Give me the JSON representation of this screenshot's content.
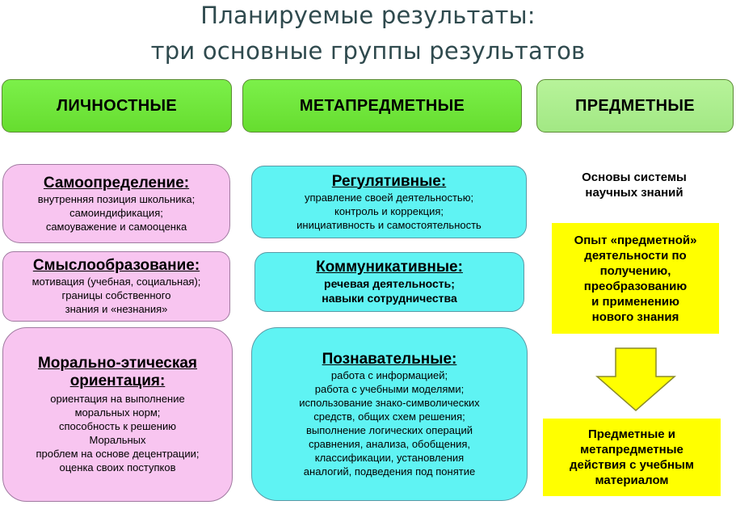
{
  "title": {
    "line1": "Планируемые результаты:",
    "line2": "три основные группы результатов"
  },
  "headers": {
    "personal": "ЛИЧНОСТНЫЕ",
    "meta": "МЕТАПРЕДМЕТНЫЕ",
    "subject": "ПРЕДМЕТНЫЕ"
  },
  "personal": {
    "self": {
      "heading": "Самоопределение:",
      "lines": [
        "внутренняя позиция школьника;",
        "самоиндификация;",
        "самоуважение и самооценка"
      ]
    },
    "sense": {
      "heading": "Смыслообразование:",
      "lines": [
        "мотивация (учебная, социальная);",
        "границы собственного",
        "знания и «незнания»"
      ]
    },
    "moral": {
      "heading_line1": "Морально-этическая",
      "heading_line2": "ориентация:",
      "lines": [
        "ориентация на выполнение",
        "моральных норм;",
        "способность к решению",
        "Моральных",
        "проблем на основе децентрации;",
        "оценка своих поступков"
      ]
    }
  },
  "meta": {
    "regulatory": {
      "heading": "Регулятивные:",
      "lines": [
        "управление своей деятельностью;",
        "контроль и коррекция;",
        "инициативность и самостоятельность"
      ]
    },
    "communicative": {
      "heading": "Коммуникативные:",
      "lines": [
        "речевая деятельность;",
        "навыки сотрудничества"
      ]
    },
    "cognitive": {
      "heading": "Познавательные:",
      "lines": [
        "работа с информацией;",
        "работа с учебными моделями;",
        "использование знако-символических",
        "средств, общих схем решения;",
        "выполнение логических операций",
        "сравнения, анализа, обобщения,",
        "классификации, установления",
        "аналогий, подведения под понятие"
      ]
    }
  },
  "subject": {
    "basics": [
      "Основы системы",
      "научных знаний"
    ],
    "experience": [
      "Опыт «предметной»",
      "деятельности по",
      "получению,",
      "преобразованию",
      "и применению",
      "нового знания"
    ],
    "actions": [
      "Предметные и",
      "метапредметные",
      "действия с учебным",
      "материалом"
    ]
  },
  "colors": {
    "header_green": "#66dd2f",
    "header_light": "#a2e884",
    "pink": "#f8c5f0",
    "cyan": "#5ff3f3",
    "yellow": "#ffff00",
    "title": "#2f4a4e"
  },
  "icons": {
    "arrow": "arrow-down-icon"
  }
}
